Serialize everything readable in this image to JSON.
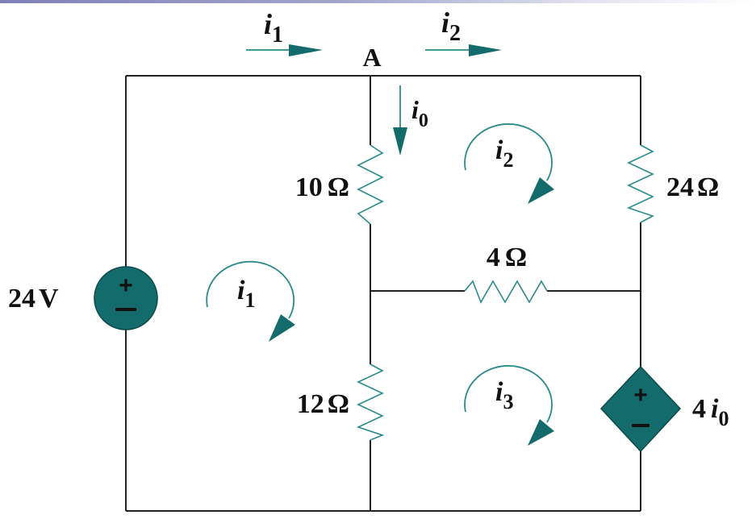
{
  "diagram": {
    "type": "circuit",
    "nodes": {
      "top_node": "A"
    },
    "sources": {
      "voltage_source": {
        "value": "24",
        "unit": "V",
        "plus": "+",
        "minus": "−"
      },
      "dependent_source": {
        "coef": "4",
        "var": "i",
        "sub": "0",
        "plus": "+",
        "minus": "−"
      }
    },
    "resistors": {
      "r10": {
        "value": "10",
        "unit": "Ω"
      },
      "r24": {
        "value": "24",
        "unit": "Ω"
      },
      "r4": {
        "value": "4",
        "unit": "Ω"
      },
      "r12": {
        "value": "12",
        "unit": "Ω"
      }
    },
    "branch_currents": {
      "i1": {
        "var": "i",
        "sub": "1"
      },
      "i2": {
        "var": "i",
        "sub": "2"
      },
      "i0": {
        "var": "i",
        "sub": "0"
      }
    },
    "mesh_currents": {
      "mesh1": {
        "var": "i",
        "sub": "1"
      },
      "mesh2": {
        "var": "i",
        "sub": "2"
      },
      "mesh3": {
        "var": "i",
        "sub": "3"
      }
    },
    "colors": {
      "accent": "#146b6b",
      "resistor": "#2a8a8a",
      "wire": "#222222"
    }
  }
}
